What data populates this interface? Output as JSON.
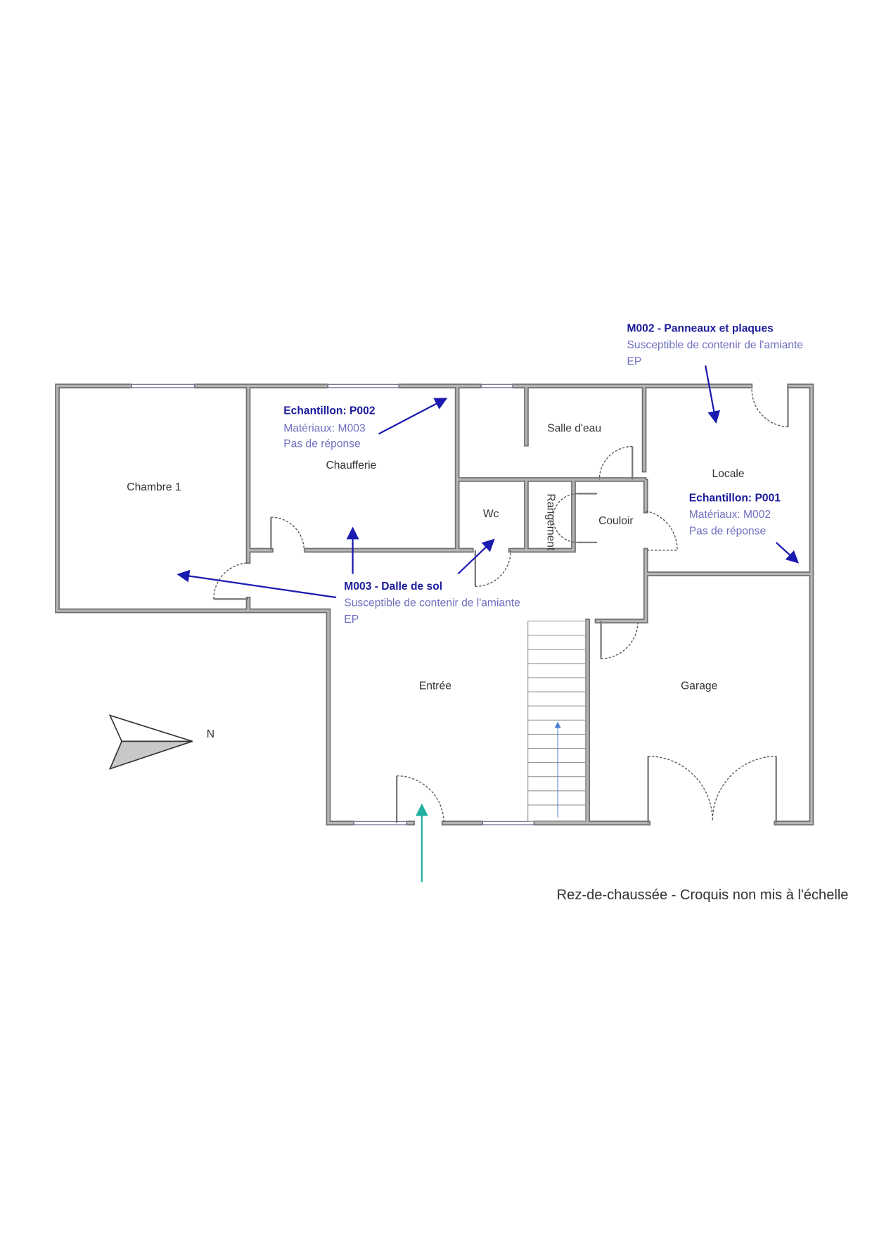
{
  "rooms": {
    "chambre1": "Chambre 1",
    "chaufferie": "Chaufferie",
    "salle_eau": "Salle d'eau",
    "wc": "Wc",
    "rangement": "Rangement",
    "couloir": "Couloir",
    "locale": "Locale",
    "entree": "Entrée",
    "garage": "Garage"
  },
  "annotations": {
    "m002": {
      "title": "M002 - Panneaux et plaques",
      "line1": "Susceptible de contenir de l'amiante",
      "line2": "EP"
    },
    "p002": {
      "title": "Echantillon: P002",
      "line1": "Matériaux: M003",
      "line2": "Pas de réponse"
    },
    "p001": {
      "title": "Echantillon: P001",
      "line1": "Matériaux: M002",
      "line2": "Pas de réponse"
    },
    "m003": {
      "title": "M003 - Dalle de sol",
      "line1": "Susceptible de contenir de l'amiante",
      "line2": "EP"
    }
  },
  "compass": {
    "label": "N"
  },
  "caption": "Rez-de-chaussée - Croquis non mis à l'échelle",
  "colors": {
    "annotation_title": "#1c1c9c",
    "annotation_text": "#7070c0",
    "arrow": "#1a1ab0",
    "entry_arrow": "#20b0a0",
    "wall": "#6f6f6f"
  }
}
